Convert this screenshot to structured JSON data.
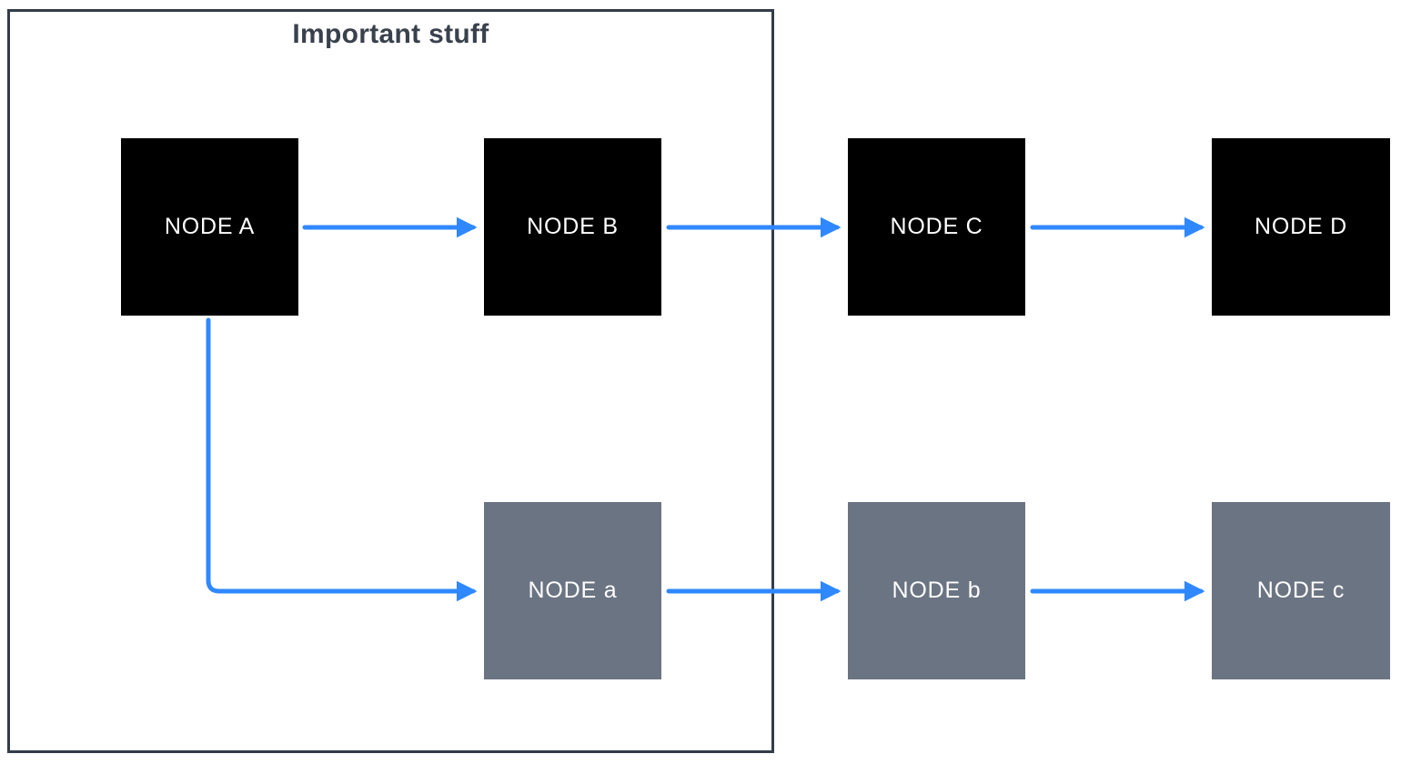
{
  "diagram": {
    "group": {
      "title": "Important stuff",
      "contains": [
        "NODE A",
        "NODE B",
        "NODE a"
      ]
    },
    "nodes": {
      "A": {
        "label": "NODE A",
        "variant": "black"
      },
      "B": {
        "label": "NODE B",
        "variant": "black"
      },
      "C": {
        "label": "NODE C",
        "variant": "black"
      },
      "D": {
        "label": "NODE D",
        "variant": "black"
      },
      "a": {
        "label": "NODE a",
        "variant": "gray"
      },
      "b": {
        "label": "NODE b",
        "variant": "gray"
      },
      "c": {
        "label": "NODE c",
        "variant": "gray"
      }
    },
    "edges": [
      {
        "from": "NODE A",
        "to": "NODE B",
        "style": "straight-arrow"
      },
      {
        "from": "NODE B",
        "to": "NODE C",
        "style": "straight-arrow"
      },
      {
        "from": "NODE C",
        "to": "NODE D",
        "style": "straight-arrow"
      },
      {
        "from": "NODE A",
        "to": "NODE a",
        "style": "elbow-arrow"
      },
      {
        "from": "NODE a",
        "to": "NODE b",
        "style": "straight-arrow"
      },
      {
        "from": "NODE b",
        "to": "NODE c",
        "style": "straight-arrow"
      }
    ],
    "colors": {
      "node_black": "#000000",
      "node_gray": "#6b7482",
      "edge_blue": "#2f88ff",
      "group_border": "#343c49",
      "title_text": "#39414d",
      "node_text": "#ffffff",
      "background": "#ffffff"
    }
  }
}
